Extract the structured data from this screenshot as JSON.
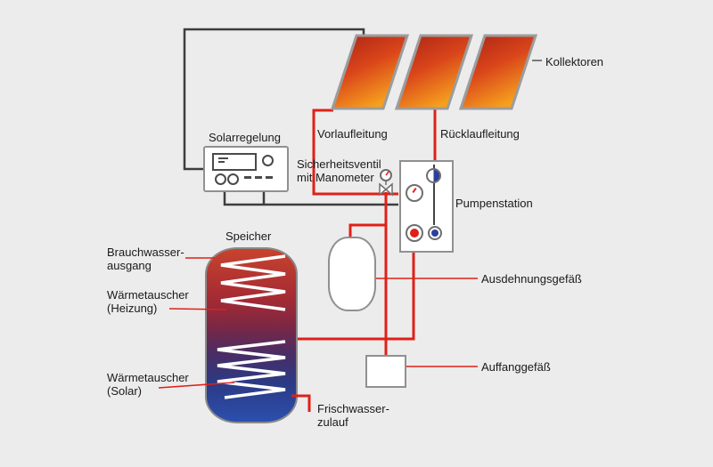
{
  "labels": {
    "kollektoren": "Kollektoren",
    "solarregelung": "Solarregelung",
    "vorlaufleitung": "Vorlaufleitung",
    "ruecklaufleitung": "Rücklaufleitung",
    "sicherheitsventil": [
      "Sicherheitsventil",
      "mit Manometer"
    ],
    "pumpenstation": "Pumpenstation",
    "speicher": "Speicher",
    "brauchwasserausgang": [
      "Brauchwasser-",
      "ausgang"
    ],
    "waermetauscher_heizung": [
      "Wärmetauscher",
      "(Heizung)"
    ],
    "waermetauscher_solar": [
      "Wärmetauscher",
      "(Solar)"
    ],
    "ausdehnungsgefaess": "Ausdehnungsgefäß",
    "auffanggefaess": "Auffanggefäß",
    "frischwasserzulauf": [
      "Frischwasser-",
      "zulauf"
    ]
  },
  "colors": {
    "background": "#ececec",
    "pipe_red": "#e02018",
    "wire_dark": "#3d3d3d",
    "box_border": "#909090",
    "collector_dark_red": "#a82315",
    "collector_orange": "#f6a01e",
    "tank_hot_red": "#c7432e",
    "tank_cold_blue": "#2c4fae",
    "coil_white": "#ffffff"
  }
}
